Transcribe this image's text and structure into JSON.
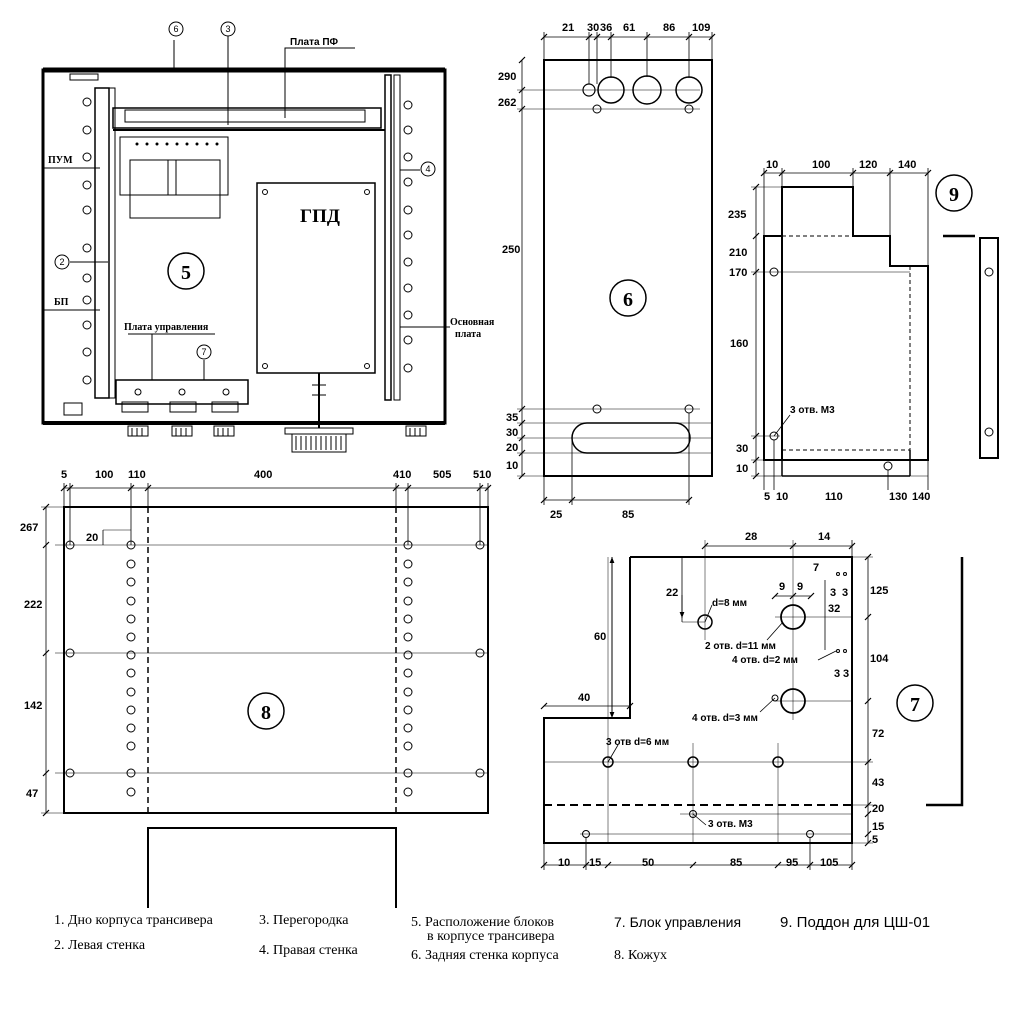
{
  "top_labels": {
    "cover": "6",
    "partition": "3",
    "pf_board": "Плата  ПФ"
  },
  "chassis": {
    "left_labels": {
      "pum": "ПУМ",
      "bp": "БП"
    },
    "callout_2": "2",
    "callout_4": "4",
    "section_number": "5",
    "gpd": "ГПД",
    "control_board": "Плата управления",
    "callout_7": "7",
    "main_board_line1": "Основная",
    "main_board_line2": "плата"
  },
  "rear_wall": {
    "top_dims": [
      "21",
      "30",
      "36",
      "61",
      "86",
      "109"
    ],
    "left_dims": [
      "290",
      "262",
      "250",
      "35",
      "30",
      "20",
      "10"
    ],
    "bottom_dims": [
      "25",
      "85"
    ],
    "number": "6"
  },
  "pallet": {
    "top_dims": [
      "10",
      "100",
      "120",
      "140"
    ],
    "left_dims": [
      "235",
      "210",
      "170",
      "160",
      "30",
      "10"
    ],
    "bottom_dims": [
      "5",
      "10",
      "110",
      "130",
      "140"
    ],
    "holes_note": "3 отв. М3",
    "number": "9"
  },
  "cover": {
    "top_dims": [
      "5",
      "100",
      "110",
      "400",
      "410",
      "505",
      "510"
    ],
    "left_dims": [
      "267",
      "20",
      "222",
      "142",
      "47"
    ],
    "number": "8"
  },
  "control_unit": {
    "top_dims": [
      "28",
      "14"
    ],
    "dims": [
      "7",
      "22",
      "9",
      "9",
      "32",
      "125",
      "60",
      "3",
      "3",
      "104",
      "3",
      "3",
      "40",
      "72",
      "43",
      "20",
      "15",
      "5"
    ],
    "notes": {
      "d8": "d=8 мм",
      "d11": "2 отв. d=11 мм",
      "d2": "4 отв. d=2 мм",
      "d3": "4 отв. d=3 мм",
      "d6": "3 отв d=6 мм",
      "m3": "3 отв. М3"
    },
    "bottom_dims": [
      "10",
      "15",
      "50",
      "85",
      "95",
      "105"
    ],
    "number": "7"
  },
  "legend": [
    "1. Дно корпуса трансивера",
    "2. Левая стенка",
    "3. Перегородка",
    "4. Правая стенка",
    "5. Расположение блоков",
    "в корпусе  трансивера",
    "6. Задняя стенка корпуса",
    "7. Блок управления",
    "8. Кожух",
    "9. Поддон для ЦШ-01"
  ]
}
